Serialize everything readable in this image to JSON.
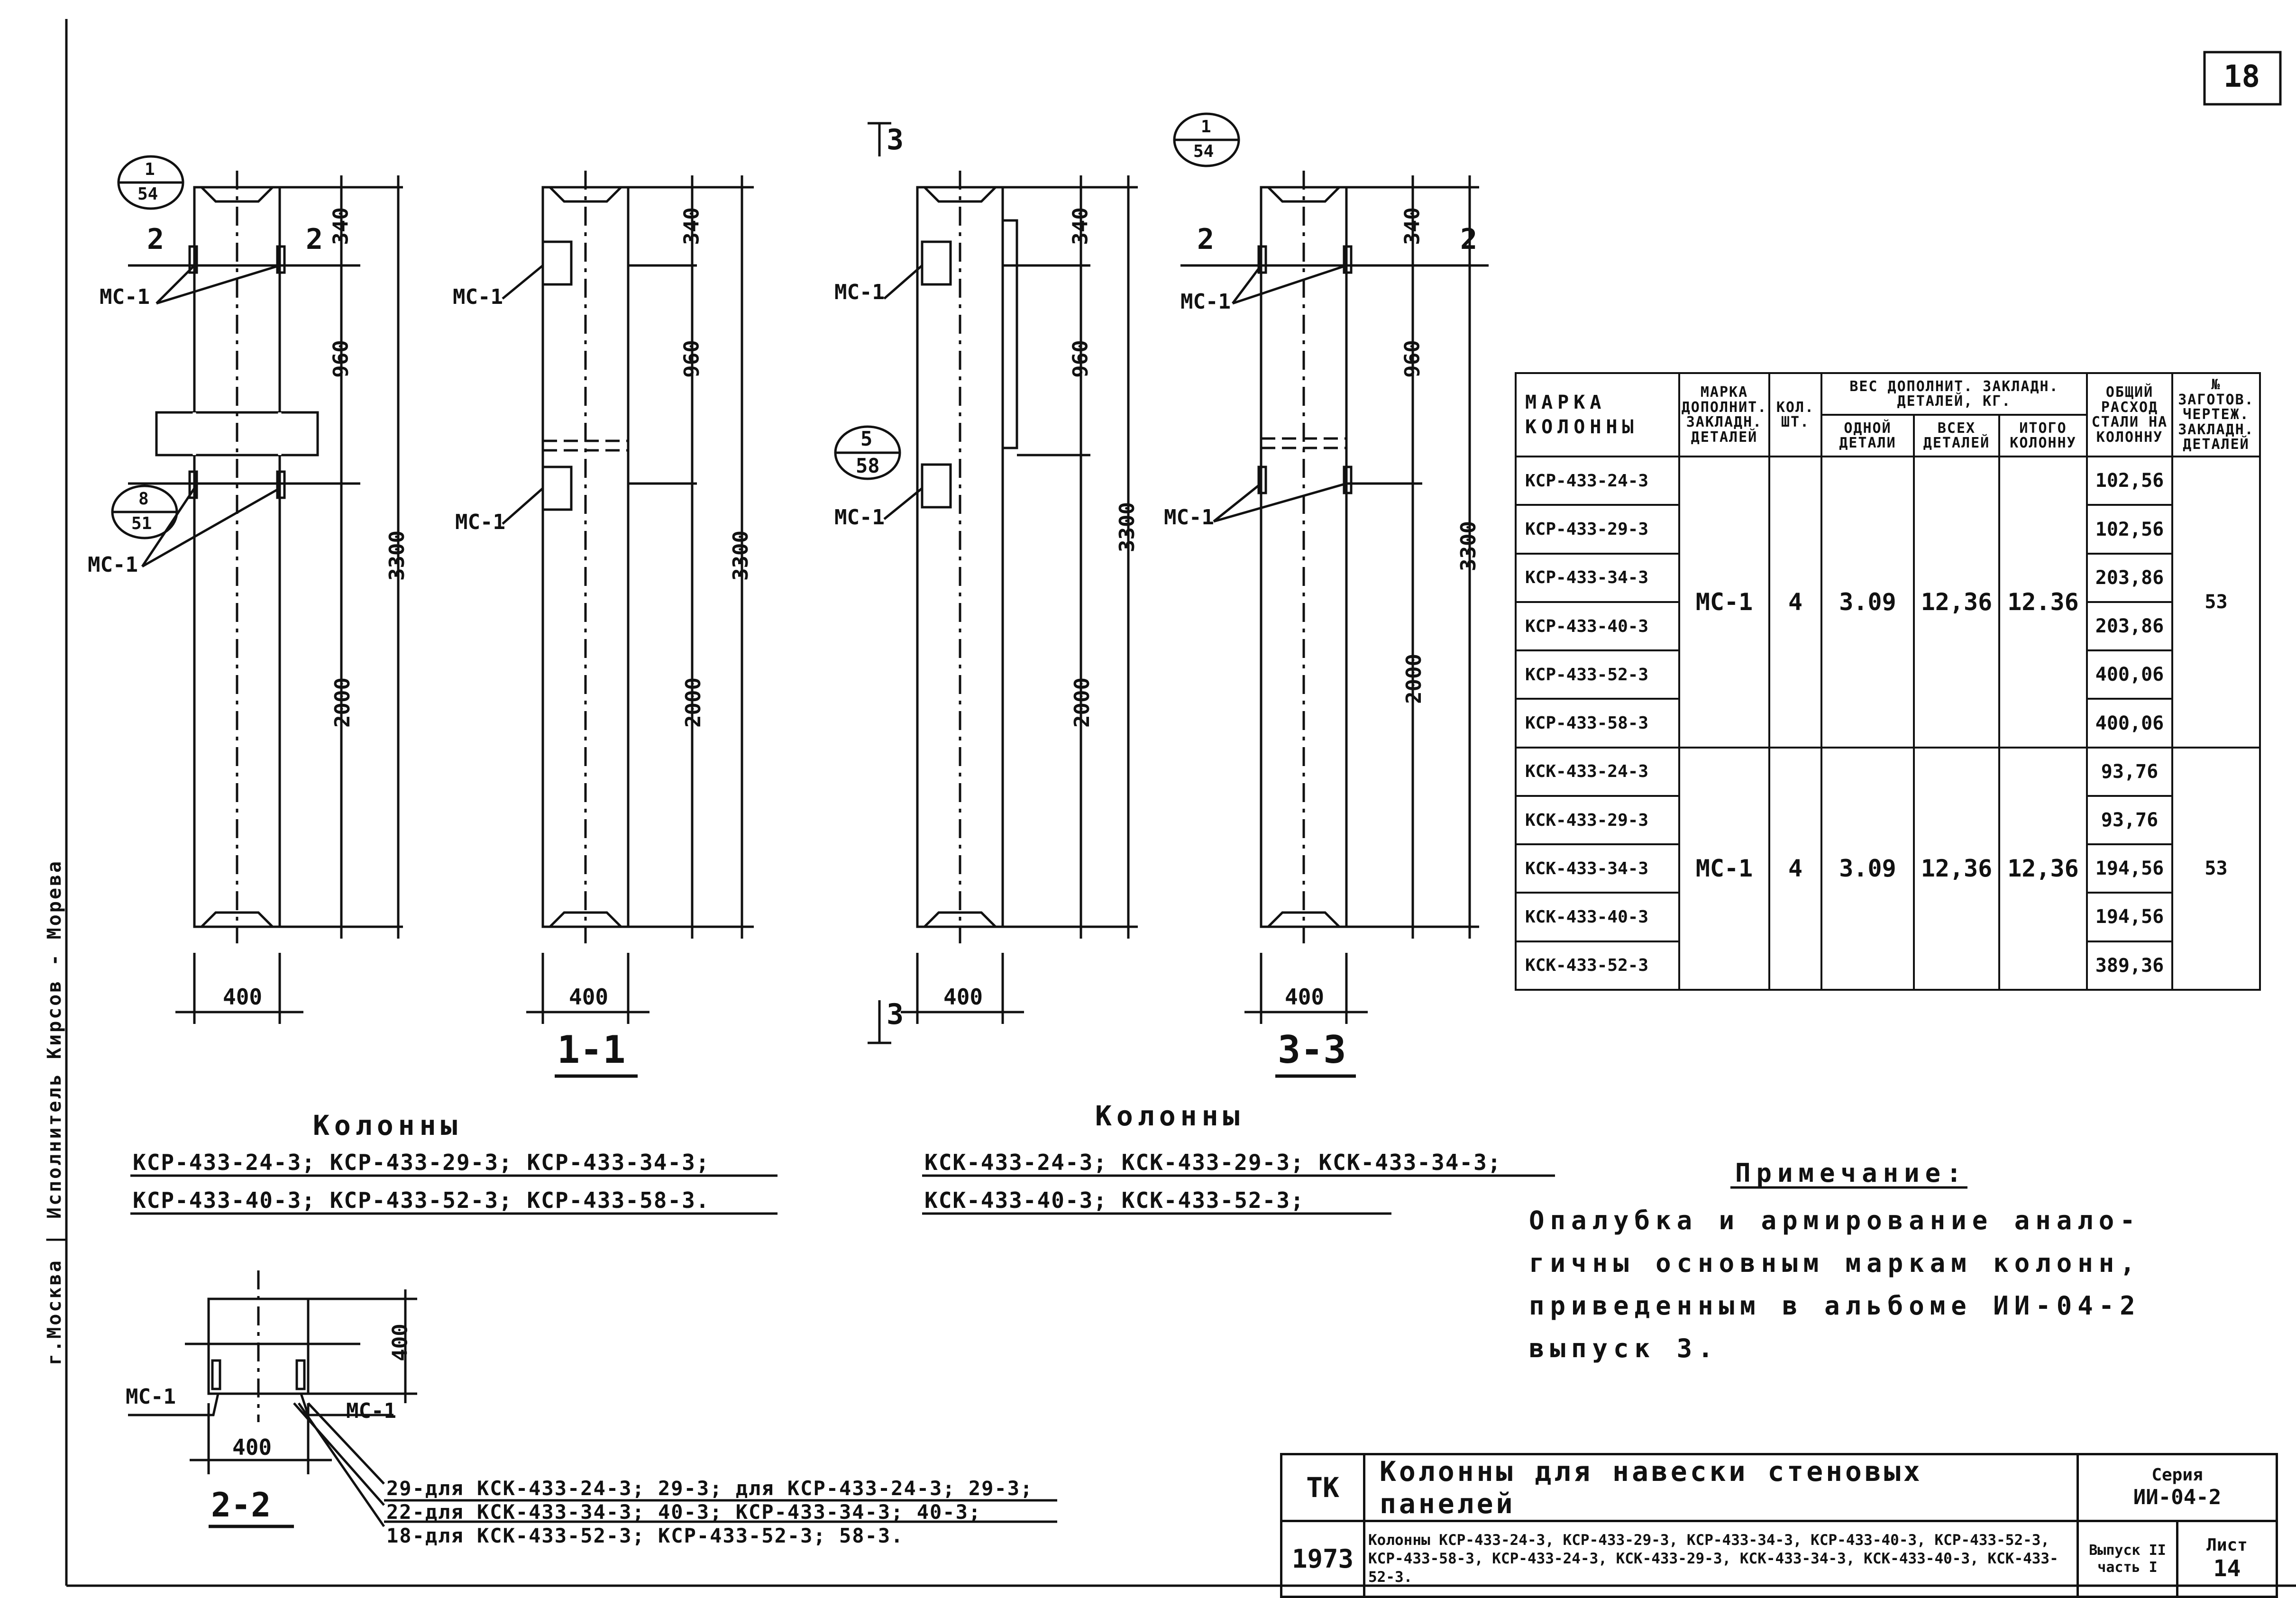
{
  "sheet_number": "18",
  "side_stamp": "г.Москва | Исполнитель Кирсов - Морева",
  "callouts": {
    "c1": {
      "top": "1",
      "bottom": "54"
    },
    "c2": {
      "top": "8",
      "bottom": "51"
    },
    "c3": {
      "top": "5",
      "bottom": "58"
    },
    "c4": {
      "top": "1",
      "bottom": "54"
    }
  },
  "labels": {
    "mc1": "МС-1",
    "cut2": "2",
    "cut3": "3"
  },
  "dims": {
    "d340": "340",
    "d960": "960",
    "d2000": "2000",
    "d3300": "3300",
    "d400": "400"
  },
  "sections": {
    "s11": "1-1",
    "s33": "3-3",
    "s22": "2-2"
  },
  "group_ksr": {
    "title": "Колонны",
    "line1": "КСР-433-24-3;  КСР-433-29-3;  КСР-433-34-3;",
    "line2": "КСР-433-40-3;  КСР-433-52-3;  КСР-433-58-3."
  },
  "group_ksk": {
    "title": "Колонны",
    "line1": "КСК-433-24-3;   КСК-433-29-3; КСК-433-34-3;",
    "line2": "КСК-433-40-3;   КСК-433-52-3;"
  },
  "section22_notes": [
    "29-для КСК-433-24-3; 29-3; для КСР-433-24-3; 29-3;",
    "22-для КСК-433-34-3; 40-3;  КСР-433-34-3; 40-3;",
    "18-для КСК-433-52-3;  КСР-433-52-3; 58-3."
  ],
  "note": {
    "title": "Примечание:",
    "lines": [
      "Опалубка и армирование анало-",
      "гичны основным маркам колонн,",
      "приведенным в альбоме ИИ-04-2",
      "выпуск 3."
    ]
  },
  "spec_table": {
    "headers": {
      "mark": "МАРКА КОЛОННЫ",
      "add_mark": "МАРКА ДОПОЛНИТ. ЗАКЛАДН. ДЕТАЛЕЙ",
      "qty": "КОЛ. ШТ.",
      "weight": "ВЕС ДОПОЛНИТ. ЗАКЛАДН. ДЕТАЛЕЙ, КГ.",
      "one": "ОДНОЙ ДЕТАЛИ",
      "all": "ВСЕХ ДЕТАЛЕЙ",
      "total": "ИТОГО КОЛОННУ",
      "steel": "ОБЩИЙ РАСХОД СТАЛИ НА КОЛОННУ",
      "drawing": "№ ЗАГОТОВ. ЧЕРТЕЖ. ЗАКЛАДН. ДЕТАЛЕЙ"
    },
    "group1": {
      "add_mark": "МС-1",
      "qty": "4",
      "one": "3.09",
      "all": "12,36",
      "total": "12.36",
      "drawing": "53",
      "rows": [
        {
          "mark": "КСР-433-24-3",
          "steel": "102,56"
        },
        {
          "mark": "КСР-433-29-3",
          "steel": "102,56"
        },
        {
          "mark": "КСР-433-34-3",
          "steel": "203,86"
        },
        {
          "mark": "КСР-433-40-3",
          "steel": "203,86"
        },
        {
          "mark": "КСР-433-52-3",
          "steel": "400,06"
        },
        {
          "mark": "КСР-433-58-3",
          "steel": "400,06"
        }
      ]
    },
    "group2": {
      "add_mark": "МС-1",
      "qty": "4",
      "one": "3.09",
      "all": "12,36",
      "total": "12,36",
      "drawing": "53",
      "rows": [
        {
          "mark": "КСК-433-24-3",
          "steel": "93,76"
        },
        {
          "mark": "КСК-433-29-3",
          "steel": "93,76"
        },
        {
          "mark": "КСК-433-34-3",
          "steel": "194,56"
        },
        {
          "mark": "КСК-433-40-3",
          "steel": "194,56"
        },
        {
          "mark": "КСК-433-52-3",
          "steel": "389,36"
        }
      ]
    }
  },
  "title_block": {
    "org": "ТК",
    "year": "1973",
    "title": "Колонны для навески стеновых панелей",
    "subtitle": "Колонны КСР-433-24-3, КСР-433-29-3, КСР-433-34-3, КСР-433-40-3, КСР-433-52-3, КСР-433-58-3, КСР-433-24-3, КСК-433-29-3, КСК-433-34-3, КСК-433-40-3, КСК-433-52-3.",
    "series_label": "Серия",
    "series": "ИИ-04-2",
    "issue_label": "Выпуск II часть I",
    "sheet_label": "Лист",
    "sheet": "14"
  }
}
